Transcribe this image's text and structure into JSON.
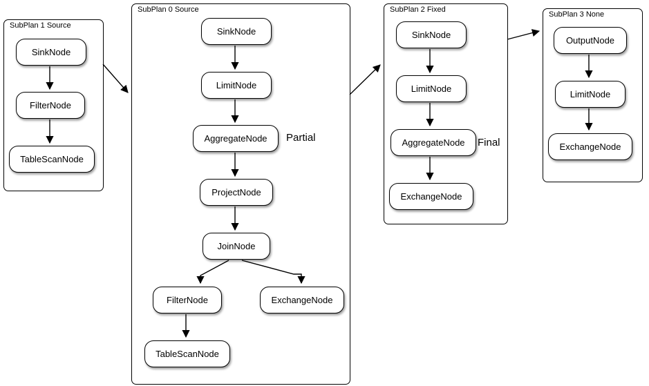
{
  "diagram": {
    "colors": {
      "background": "#ffffff",
      "line": "#000000",
      "node_fill": "#ffffff",
      "node_border": "#000000"
    },
    "subplans": [
      {
        "title": "SubPlan 1 Source",
        "nodes": [
          {
            "label": "SinkNode"
          },
          {
            "label": "FilterNode"
          },
          {
            "label": "TableScanNode"
          }
        ]
      },
      {
        "title": "SubPlan 0 Source",
        "annotation": "Partial",
        "nodes": [
          {
            "label": "SinkNode"
          },
          {
            "label": "LimitNode"
          },
          {
            "label": "AggregateNode"
          },
          {
            "label": "ProjectNode"
          },
          {
            "label": "JoinNode"
          },
          {
            "label": "FilterNode"
          },
          {
            "label": "ExchangeNode"
          },
          {
            "label": "TableScanNode"
          }
        ]
      },
      {
        "title": "SubPlan 2 Fixed",
        "annotation": "Final",
        "nodes": [
          {
            "label": "SinkNode"
          },
          {
            "label": "LimitNode"
          },
          {
            "label": "AggregateNode"
          },
          {
            "label": "ExchangeNode"
          }
        ]
      },
      {
        "title": "SubPlan 3 None",
        "nodes": [
          {
            "label": "OutputNode"
          },
          {
            "label": "LimitNode"
          },
          {
            "label": "ExchangeNode"
          }
        ]
      }
    ]
  }
}
